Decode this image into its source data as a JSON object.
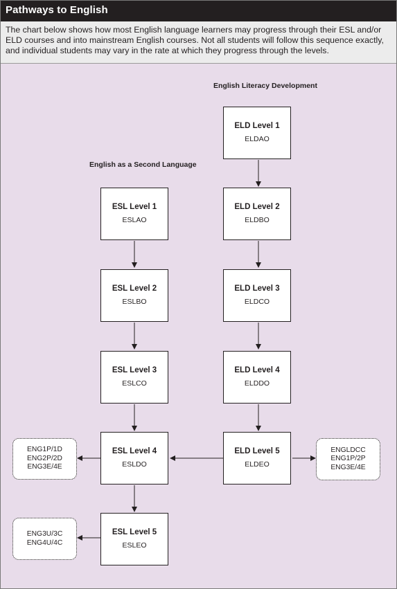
{
  "header": {
    "title": "Pathways to English",
    "intro": "The chart below shows how most English language learners may progress through their ESL and/or ELD courses and into mainstream English courses.  Not all students will follow this sequence exactly, and individual students may vary in the rate at which they progress through the levels."
  },
  "columns": {
    "eld_heading": "English Literacy Development",
    "esl_heading": "English as a Second Language"
  },
  "esl": [
    {
      "title": "ESL Level 1",
      "code": "ESLAO"
    },
    {
      "title": "ESL Level 2",
      "code": "ESLBO"
    },
    {
      "title": "ESL Level 3",
      "code": "ESLCO"
    },
    {
      "title": "ESL Level 4",
      "code": "ESLDO"
    },
    {
      "title": "ESL Level 5",
      "code": "ESLEO"
    }
  ],
  "eld": [
    {
      "title": "ELD Level 1",
      "code": "ELDAO"
    },
    {
      "title": "ELD Level 2",
      "code": "ELDBO"
    },
    {
      "title": "ELD Level 3",
      "code": "ELDCO"
    },
    {
      "title": "ELD Level 4",
      "code": "ELDDO"
    },
    {
      "title": "ELD Level 5",
      "code": "ELDEO"
    }
  ],
  "outcomes": {
    "esl4": [
      "ENG1P/1D",
      "ENG2P/2D",
      "ENG3E/4E"
    ],
    "esl5": [
      "ENG3U/3C",
      "ENG4U/4C"
    ],
    "eld5": [
      "ENGLDCC",
      "ENG1P/2P",
      "ENG3E/4E"
    ]
  },
  "colors": {
    "header_bg": "#231f20",
    "intro_bg": "#ececec",
    "panel_bg": "#e8dcea",
    "box_bg": "#ffffff",
    "ink": "#231f20"
  }
}
